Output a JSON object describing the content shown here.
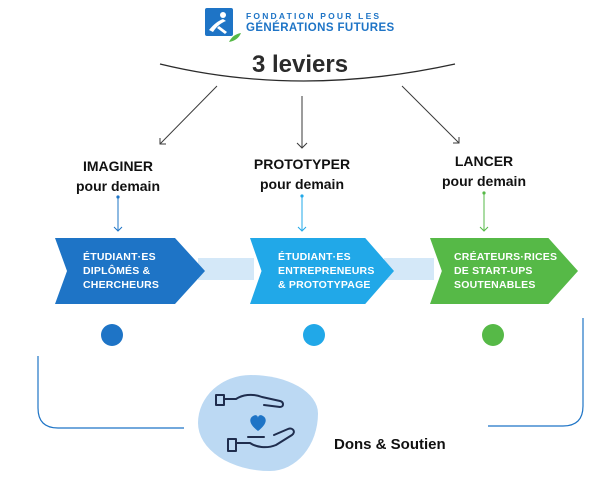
{
  "colors": {
    "blue_dark": "#1e74c6",
    "blue_light": "#21a8e8",
    "green": "#56b947",
    "text": "#111111"
  },
  "logo": {
    "line1": "FONDATION POUR LES",
    "line2": "GÉNÉRATIONS FUTURES"
  },
  "title": "3 leviers",
  "levers": [
    {
      "title_line1": "IMAGINER",
      "title_line2": "pour demain",
      "box_lines": [
        "ÉTUDIANT·ES",
        "DIPLÔMÉS &",
        "CHERCHEURS"
      ],
      "color": "#1e74c6"
    },
    {
      "title_line1": "PROTOTYPER",
      "title_line2": "pour demain",
      "box_lines": [
        "ÉTUDIANT·ES",
        "ENTREPRENEURS",
        "& PROTOTYPAGE"
      ],
      "color": "#21a8e8"
    },
    {
      "title_line1": "LANCER",
      "title_line2": "pour demain",
      "box_lines": [
        "CRÉATEURS·RICES",
        "DE START-UPS",
        "SOUTENABLES"
      ],
      "color": "#56b947"
    }
  ],
  "footer": {
    "label": "Dons & Soutien",
    "icon": "hands-heart-icon"
  }
}
